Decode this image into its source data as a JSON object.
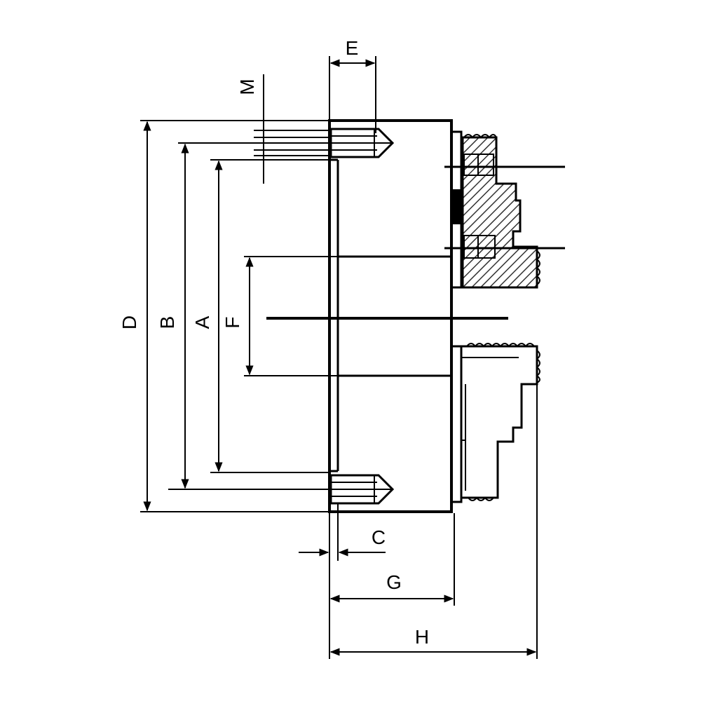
{
  "dimensions": {
    "D": "D",
    "B": "B",
    "A": "A",
    "F": "F",
    "M": "M",
    "E": "E",
    "C": "C",
    "G": "G",
    "H": "H"
  }
}
